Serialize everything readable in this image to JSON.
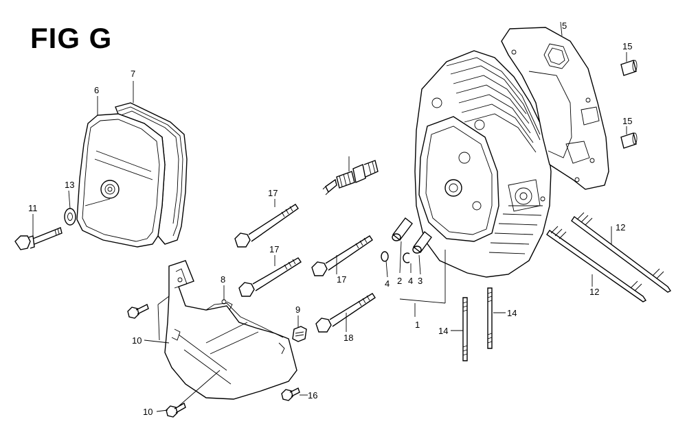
{
  "figure": {
    "title": "FIG G"
  },
  "callouts": [
    {
      "id": "c1",
      "label": "1"
    },
    {
      "id": "c2",
      "label": "2"
    },
    {
      "id": "c3",
      "label": "3"
    },
    {
      "id": "c4a",
      "label": "4"
    },
    {
      "id": "c4b",
      "label": "4"
    },
    {
      "id": "c5",
      "label": "5"
    },
    {
      "id": "c6",
      "label": "6"
    },
    {
      "id": "c7",
      "label": "7"
    },
    {
      "id": "c8",
      "label": "8"
    },
    {
      "id": "c9",
      "label": "9"
    },
    {
      "id": "c10a",
      "label": "10"
    },
    {
      "id": "c10b",
      "label": "10"
    },
    {
      "id": "c11",
      "label": "11"
    },
    {
      "id": "c12a",
      "label": "12"
    },
    {
      "id": "c12b",
      "label": "12"
    },
    {
      "id": "c13",
      "label": "13"
    },
    {
      "id": "c14a",
      "label": "14"
    },
    {
      "id": "c14b",
      "label": "14"
    },
    {
      "id": "c15a",
      "label": "15"
    },
    {
      "id": "c15b",
      "label": "15"
    },
    {
      "id": "c16",
      "label": "16"
    },
    {
      "id": "c17a",
      "label": "17"
    },
    {
      "id": "c17b",
      "label": "17"
    },
    {
      "id": "c17c",
      "label": "17"
    },
    {
      "id": "c18",
      "label": "18"
    }
  ]
}
